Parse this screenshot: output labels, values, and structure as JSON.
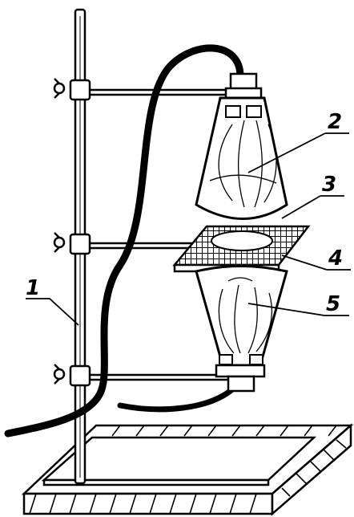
{
  "callouts": {
    "stand": "1",
    "upper_bottle": "2",
    "mesh_grid": "3",
    "mesh_frame": "4",
    "lower_bottle": "5"
  },
  "colors": {
    "ink": "#000000",
    "paper": "#ffffff"
  }
}
